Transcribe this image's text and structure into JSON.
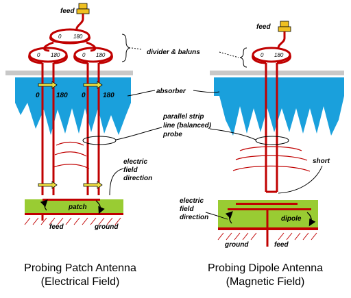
{
  "left_panel": {
    "labels": {
      "feed_top": "feed",
      "patch": "patch",
      "feed_bottom": "feed",
      "ground": "ground",
      "electric_field_direction": [
        "electric",
        "field",
        "direction"
      ]
    },
    "phase_small": {
      "zero": "0",
      "one_eighty": "180"
    },
    "phase_absorber": {
      "zero": "0",
      "one_eighty": "180"
    },
    "caption": [
      "Probing Patch Antenna",
      "(Electrical Field)"
    ]
  },
  "right_panel": {
    "labels": {
      "feed_top": "feed",
      "dipole": "dipole",
      "ground": "ground",
      "feed_bottom": "feed",
      "short": "short",
      "electric_field_direction": [
        "electric",
        "field",
        "direction"
      ]
    },
    "phase_small": {
      "zero": "0",
      "one_eighty": "180"
    },
    "caption": [
      "Probing Dipole Antenna",
      "(Magnetic Field)"
    ]
  },
  "center_labels": {
    "divider_baluns": "divider & baluns",
    "absorber": "absorber",
    "parallel_strip": [
      "parallel strip",
      "line (balanced)",
      "probe"
    ]
  },
  "colors": {
    "line_red": "#c00000",
    "absorber_blue": "#1aa0dc",
    "ground_plane_gray": "#c8c8c8",
    "substrate_green": "#99cc33",
    "connector_gold": "#f0c020",
    "arrow_yellow": "#f0e040"
  }
}
